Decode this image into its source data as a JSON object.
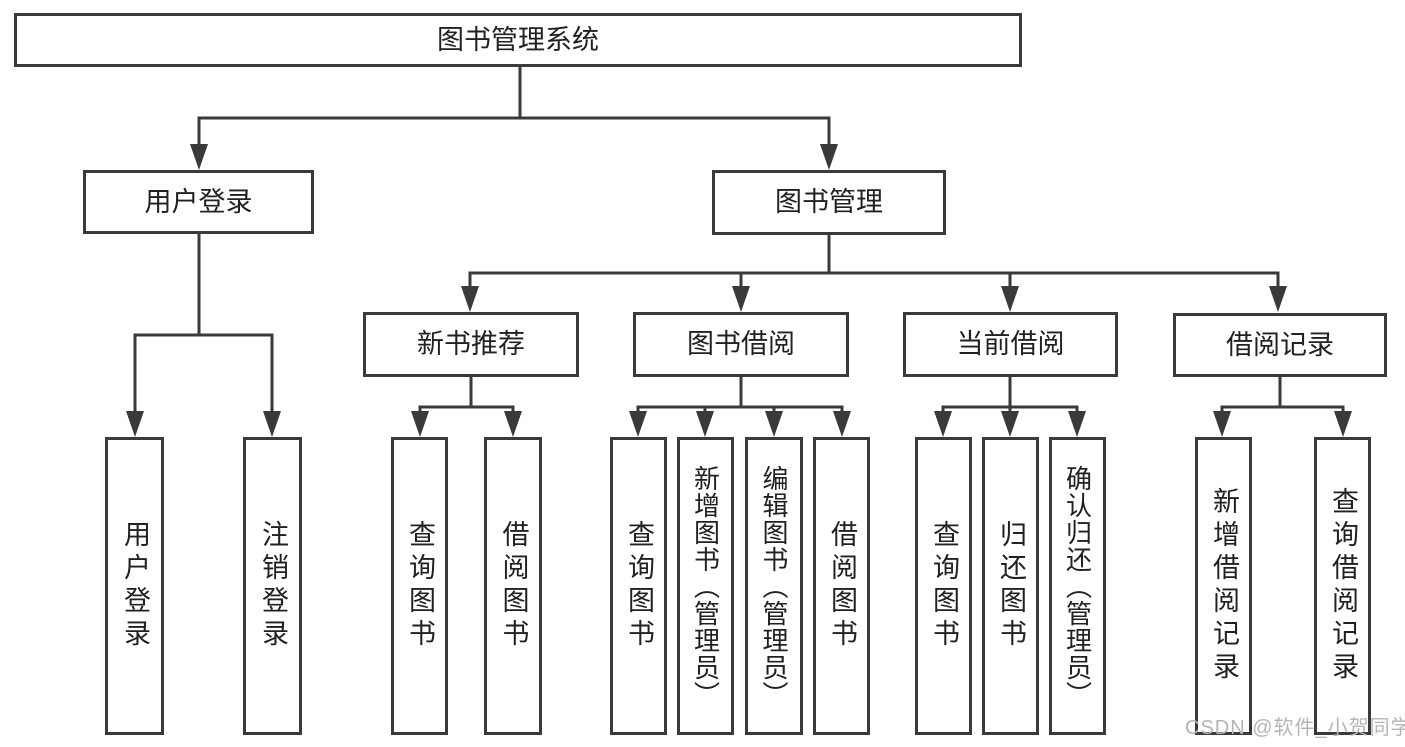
{
  "diagram": {
    "watermark": "CSDN @软件_小贺同学",
    "colors": {
      "line": "#3a3a3a",
      "text": "#212121",
      "background": "#ffffff",
      "watermark": "#b5b5b5"
    },
    "tree": {
      "root": "图书管理系统",
      "children": [
        {
          "label": "用户登录",
          "children": [
            "用户登录",
            "注销登录"
          ]
        },
        {
          "label": "图书管理",
          "children": [
            {
              "label": "新书推荐",
              "children": [
                "查询图书",
                "借阅图书"
              ]
            },
            {
              "label": "图书借阅",
              "children": [
                "查询图书",
                "新增图书（管理员）",
                "编辑图书（管理员）",
                "借阅图书"
              ]
            },
            {
              "label": "当前借阅",
              "children": [
                "查询图书",
                "归还图书",
                "确认归还（管理员）"
              ]
            },
            {
              "label": "借阅记录",
              "children": [
                "新增借阅记录",
                "查询借阅记录"
              ]
            }
          ]
        }
      ]
    }
  }
}
